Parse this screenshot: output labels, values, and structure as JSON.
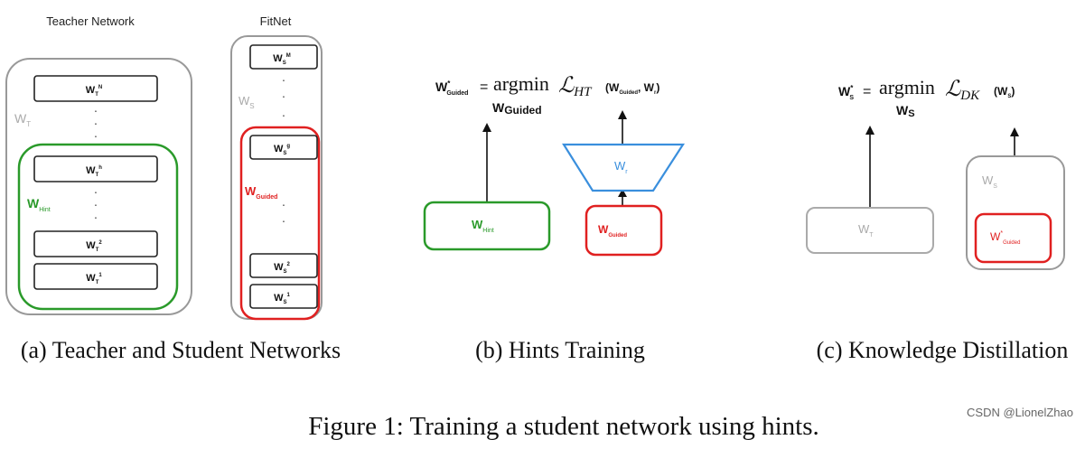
{
  "panel_a": {
    "teacher_title": "Teacher Network",
    "fitnet_title": "FitNet",
    "teacher_outer_label": "W",
    "teacher_outer_sub": "T",
    "hint_label": "W",
    "hint_sub": "Hint",
    "student_outer_label": "W",
    "student_outer_sub": "S",
    "guided_label": "W",
    "guided_sub": "Guided",
    "teacher_layers": [
      {
        "main": "W",
        "sub": "T",
        "sup": "N"
      },
      {
        "main": "W",
        "sub": "T",
        "sup": "h"
      },
      {
        "main": "W",
        "sub": "T",
        "sup": "2"
      },
      {
        "main": "W",
        "sub": "T",
        "sup": "1"
      }
    ],
    "student_layers": [
      {
        "main": "W",
        "sub": "S",
        "sup": "M"
      },
      {
        "main": "W",
        "sub": "S",
        "sup": "g"
      },
      {
        "main": "W",
        "sub": "S",
        "sup": "2"
      },
      {
        "main": "W",
        "sub": "S",
        "sup": "1"
      }
    ],
    "caption": "(a) Teacher and Student Networks"
  },
  "panel_b": {
    "eq_lhs": "W",
    "eq_lhs_sup": "*",
    "eq_lhs_sub": "Guided",
    "eq_equals": "=",
    "eq_op": "argmin",
    "eq_op_sub": "W",
    "eq_op_sub2": "Guided",
    "eq_loss": "ℒ",
    "eq_loss_sub": "HT",
    "eq_arg1": "W",
    "eq_arg1_sub": "Guided",
    "eq_arg2": "W",
    "eq_arg2_sub": "r",
    "hint_box": "W",
    "hint_box_sub": "Hint",
    "regressor": "W",
    "regressor_sub": "r",
    "guided_box": "W",
    "guided_box_sub": "Guided",
    "caption": "(b) Hints Training"
  },
  "panel_c": {
    "eq_lhs": "W",
    "eq_lhs_sup": "*",
    "eq_lhs_sub": "S",
    "eq_equals": "=",
    "eq_op": "argmin",
    "eq_op_sub": "W",
    "eq_op_sub2": "S",
    "eq_loss": "ℒ",
    "eq_loss_sub": "DK",
    "eq_arg": "W",
    "eq_arg_sub": "S",
    "teacher_box": "W",
    "teacher_box_sub": "T",
    "student_outer": "W",
    "student_outer_sub": "S",
    "guided_box": "W",
    "guided_box_sup": "*",
    "guided_box_sub": "Guided",
    "caption": "(c) Knowledge Distillation"
  },
  "figure_caption": "Figure 1: Training a student network using hints.",
  "watermark": "CSDN @LionelZhao",
  "colors": {
    "gray": "#999999",
    "green": "#2a9a2a",
    "red": "#e02020",
    "blue": "#3a8fdd",
    "black": "#111111"
  }
}
